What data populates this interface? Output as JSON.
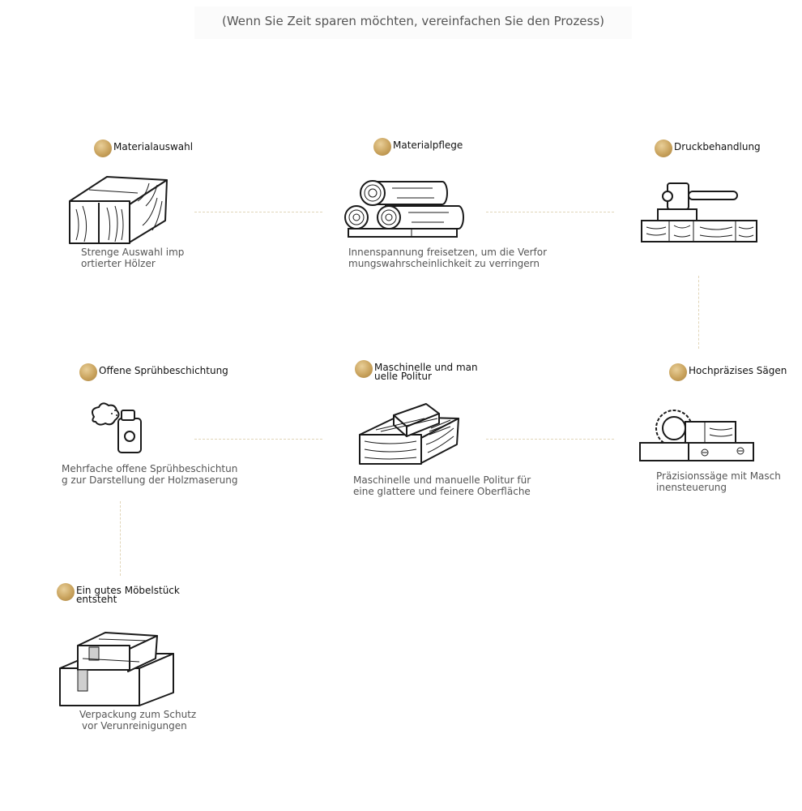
{
  "header": {
    "note": "(Wenn Sie Zeit sparen möchten, vereinfachen Sie den Prozess)"
  },
  "steps": [
    {
      "title": "Materialauswahl",
      "desc_lines": [
        "Strenge Auswahl imp",
        "ortierter Hölzer"
      ],
      "icon": "wood-block-icon"
    },
    {
      "title": "Materialpflege",
      "desc_lines": [
        "Innenspannung freisetzen, um die Verfor",
        "mungswahrscheinlichkeit zu verringern"
      ],
      "icon": "log-pile-icon"
    },
    {
      "title": "Druckbehandlung",
      "desc_lines": [],
      "icon": "press-icon"
    },
    {
      "title_lines": [
        "Maschinelle und man",
        "uelle Politur"
      ],
      "desc_lines": [
        "Maschinelle und manuelle Politur für",
        "eine glattere und feinere Oberfläche"
      ],
      "icon": "polishing-icon"
    },
    {
      "title": "Hochpräzises Sägen",
      "desc_lines": [
        "Präzisionssäge mit Masch",
        "inensteuerung"
      ],
      "icon": "saw-icon"
    },
    {
      "title": "Offene Sprühbeschichtung",
      "desc_lines": [
        "Mehrfache offene Sprühbeschichtun",
        "g zur Darstellung der Holzmaserung"
      ],
      "icon": "spray-icon"
    },
    {
      "title_lines": [
        "Ein gutes Möbelstück",
        "entsteht"
      ],
      "desc_lines": [
        "Verpackung zum Schutz",
        "vor Verunreinigungen"
      ],
      "icon": "package-icon"
    }
  ],
  "colors": {
    "accent": "#c9a35d",
    "connector": "#e1d5b8",
    "line_art": "#1a1a1a"
  }
}
